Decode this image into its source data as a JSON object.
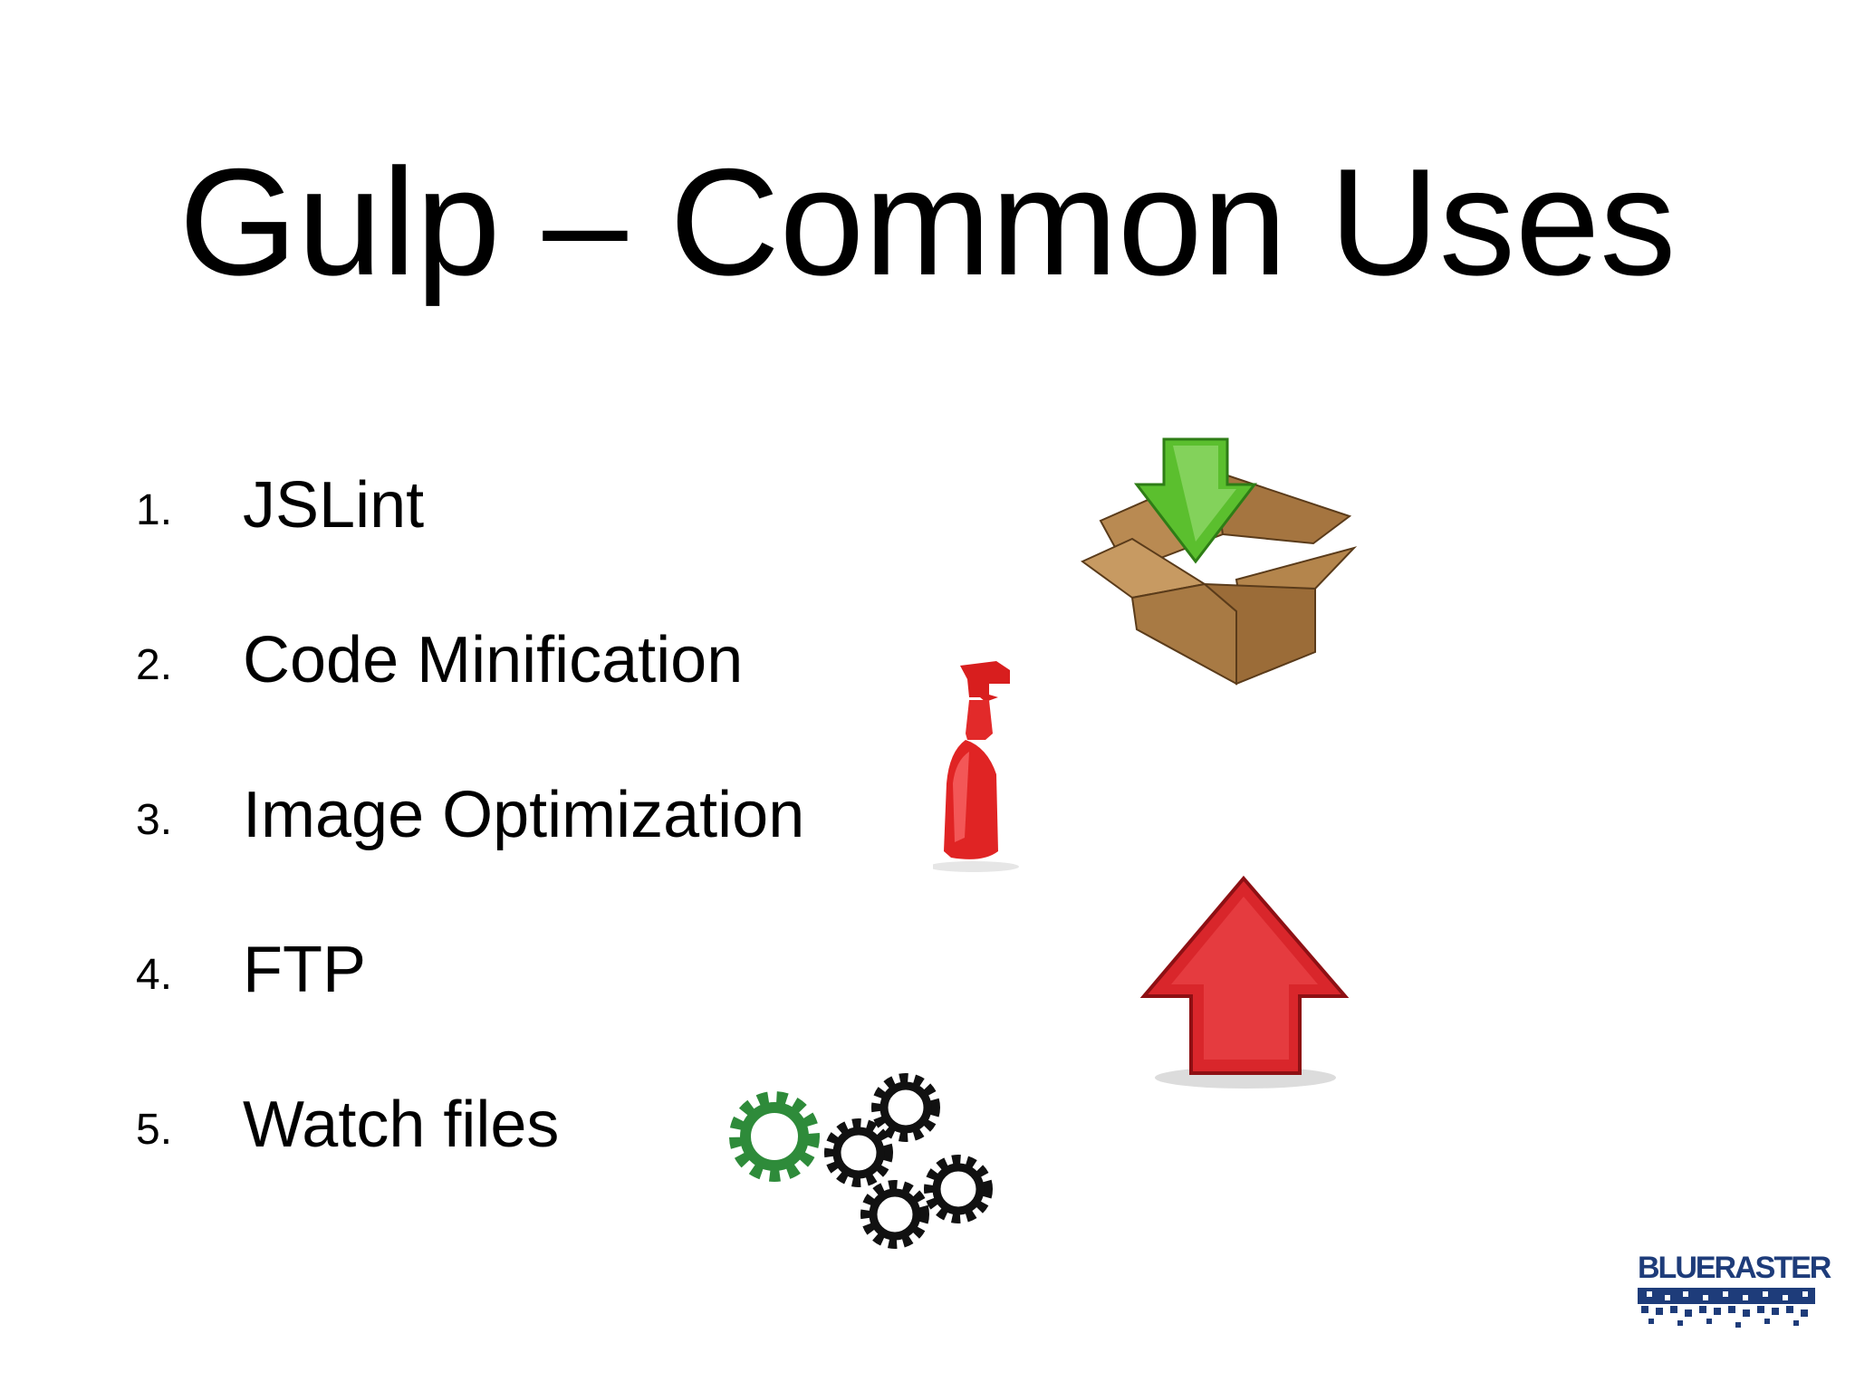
{
  "slide": {
    "title": "Gulp – Common Uses",
    "items": [
      {
        "number": "1.",
        "label": "JSLint"
      },
      {
        "number": "2.",
        "label": "Code Minification"
      },
      {
        "number": "3.",
        "label": "Image Optimization"
      },
      {
        "number": "4.",
        "label": "FTP"
      },
      {
        "number": "5.",
        "label": "Watch files"
      }
    ],
    "logo": {
      "text": "BLUERASTER"
    }
  },
  "colors": {
    "background": "#ffffff",
    "text": "#000000",
    "box_brown": "#a87a44",
    "arrow_green": "#5bbf2e",
    "arrow_red": "#d9262b",
    "spray_red": "#e02424",
    "gear_green": "#2e8b3a",
    "gear_black": "#111111",
    "logo_blue": "#1e3c7a"
  },
  "icons": [
    "package-download-icon",
    "spray-bottle-icon",
    "upload-arrow-icon",
    "gears-icon",
    "blueraster-logo"
  ]
}
